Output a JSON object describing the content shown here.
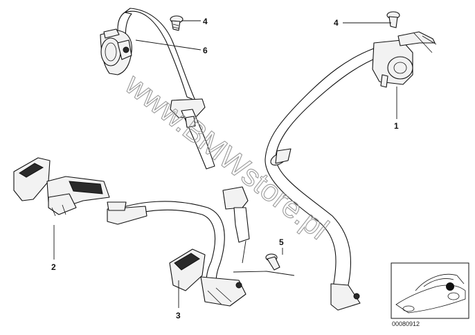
{
  "callouts": [
    {
      "id": "1",
      "label": "1"
    },
    {
      "id": "2",
      "label": "2"
    },
    {
      "id": "3",
      "label": "3"
    },
    {
      "id": "4a",
      "label": "4"
    },
    {
      "id": "4b",
      "label": "4"
    },
    {
      "id": "5",
      "label": "5"
    },
    {
      "id": "6",
      "label": "6"
    }
  ],
  "watermark": "www.BMWstore.pl",
  "thumbnail": {
    "reference_number": "00080912",
    "marker_color": "#111111"
  },
  "colors": {
    "line": "#111111",
    "watermark": "#9a9a9a",
    "background": "#ffffff"
  }
}
